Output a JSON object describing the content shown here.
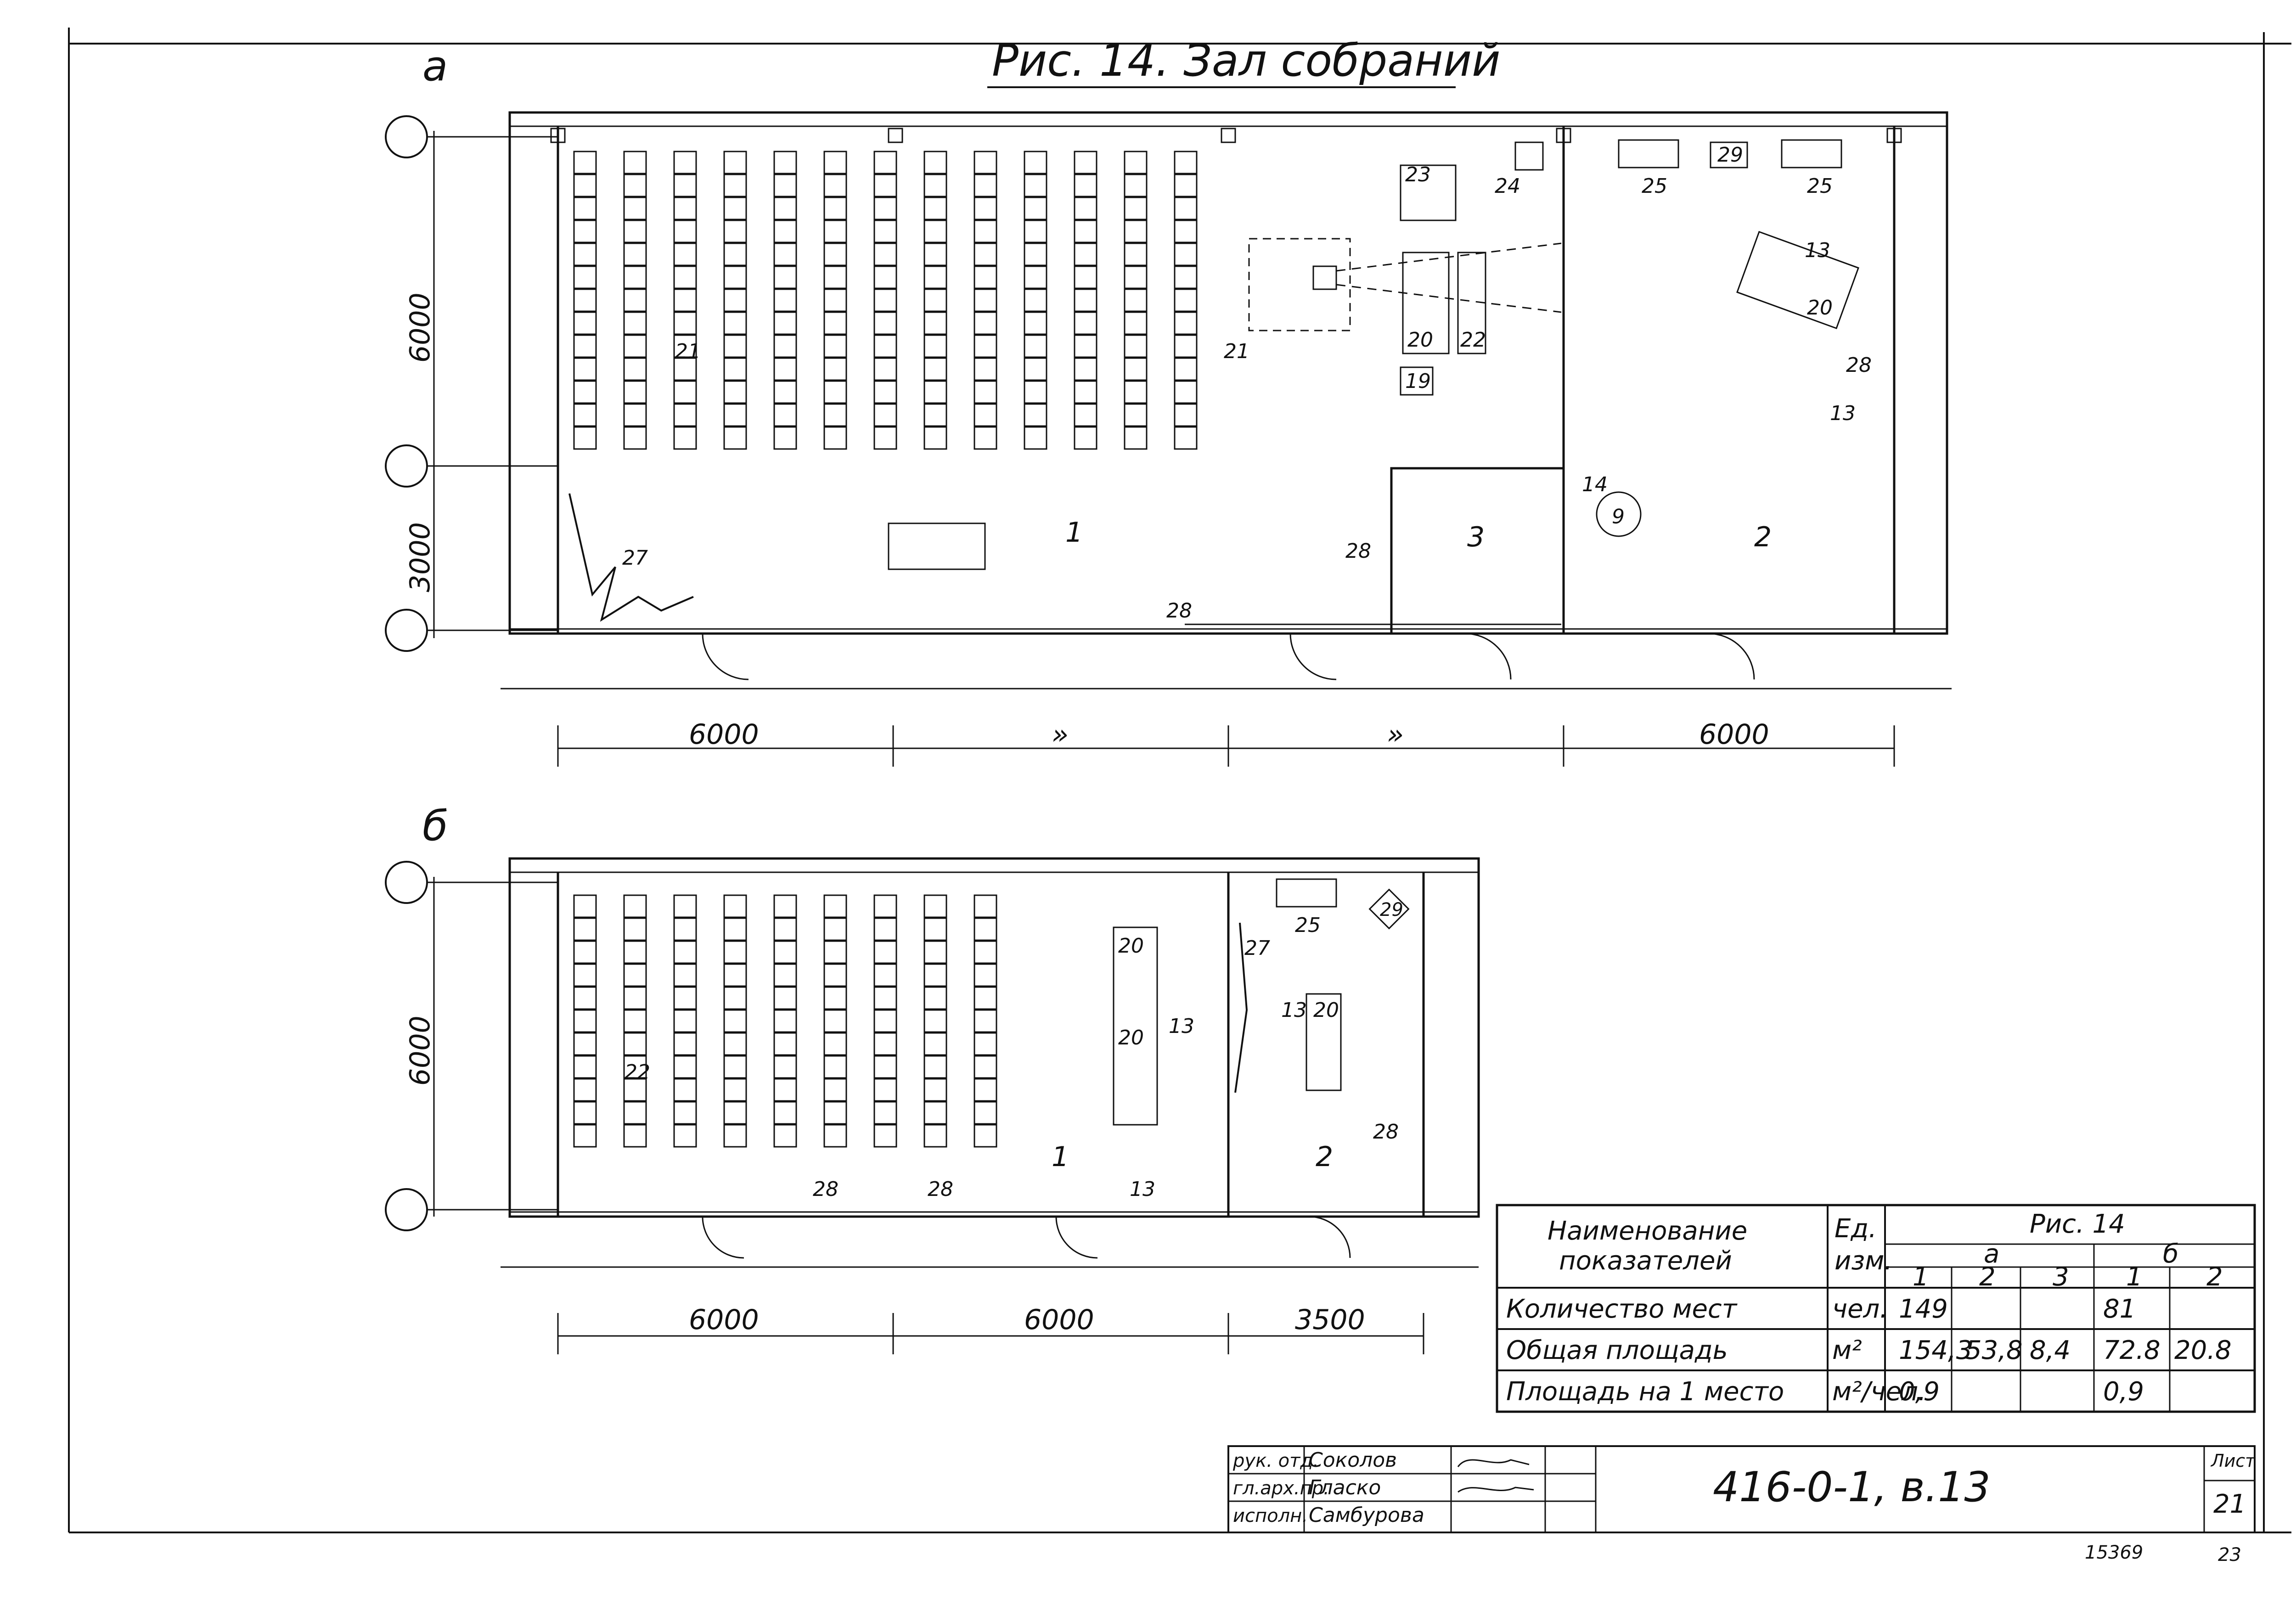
{
  "figure": {
    "title": "Рис. 14. Зал собраний",
    "variant_a_label": "а",
    "variant_b_label": "б"
  },
  "plan_a": {
    "dim_vertical": [
      "6000",
      "3000"
    ],
    "dim_horizontal": [
      "6000",
      "»",
      "»",
      "6000"
    ],
    "room_numbers": [
      "1",
      "2",
      "3"
    ],
    "equipment_tags": [
      "21",
      "21",
      "23",
      "24",
      "20",
      "22",
      "19",
      "25",
      "29",
      "25",
      "13",
      "20",
      "28",
      "13",
      "14",
      "9",
      "27",
      "28",
      "28"
    ]
  },
  "plan_b": {
    "dim_vertical": [
      "6000"
    ],
    "dim_horizontal": [
      "6000",
      "6000",
      "3500"
    ],
    "room_numbers": [
      "1",
      "2"
    ],
    "equipment_tags": [
      "22",
      "20",
      "20",
      "13",
      "27",
      "25",
      "29",
      "13",
      "20",
      "28",
      "28",
      "28",
      "13"
    ]
  },
  "table": {
    "headers": {
      "name": [
        "Наименование",
        "показателей"
      ],
      "unit": [
        "Ед.",
        "изм."
      ],
      "fig": "Рис. 14",
      "variant_a": "а",
      "variant_b": "б",
      "sub": [
        "1",
        "2",
        "3",
        "1",
        "2"
      ]
    },
    "rows": [
      {
        "name": "Количество мест",
        "unit": "чел.",
        "values": [
          "149",
          "",
          "",
          "81",
          ""
        ]
      },
      {
        "name": "Общая площадь",
        "unit": "м²",
        "values": [
          "154,3",
          "53,8",
          "8,4",
          "72.8",
          "20.8"
        ]
      },
      {
        "name": "Площадь на 1 место",
        "unit": "м²/чел.",
        "values": [
          "0,9",
          "",
          "",
          "0,9",
          ""
        ]
      }
    ]
  },
  "title_block": {
    "roles": [
      "рук. отд.",
      "гл.арх.пр.",
      "исполн."
    ],
    "names": [
      "Соколов",
      "Гласко",
      "Самбурова"
    ],
    "code": "416-0-1,   в.13",
    "sheet_label": "Лист",
    "sheet_number": "21"
  },
  "margin_notes": {
    "archive_number": "15369",
    "page": "23"
  }
}
